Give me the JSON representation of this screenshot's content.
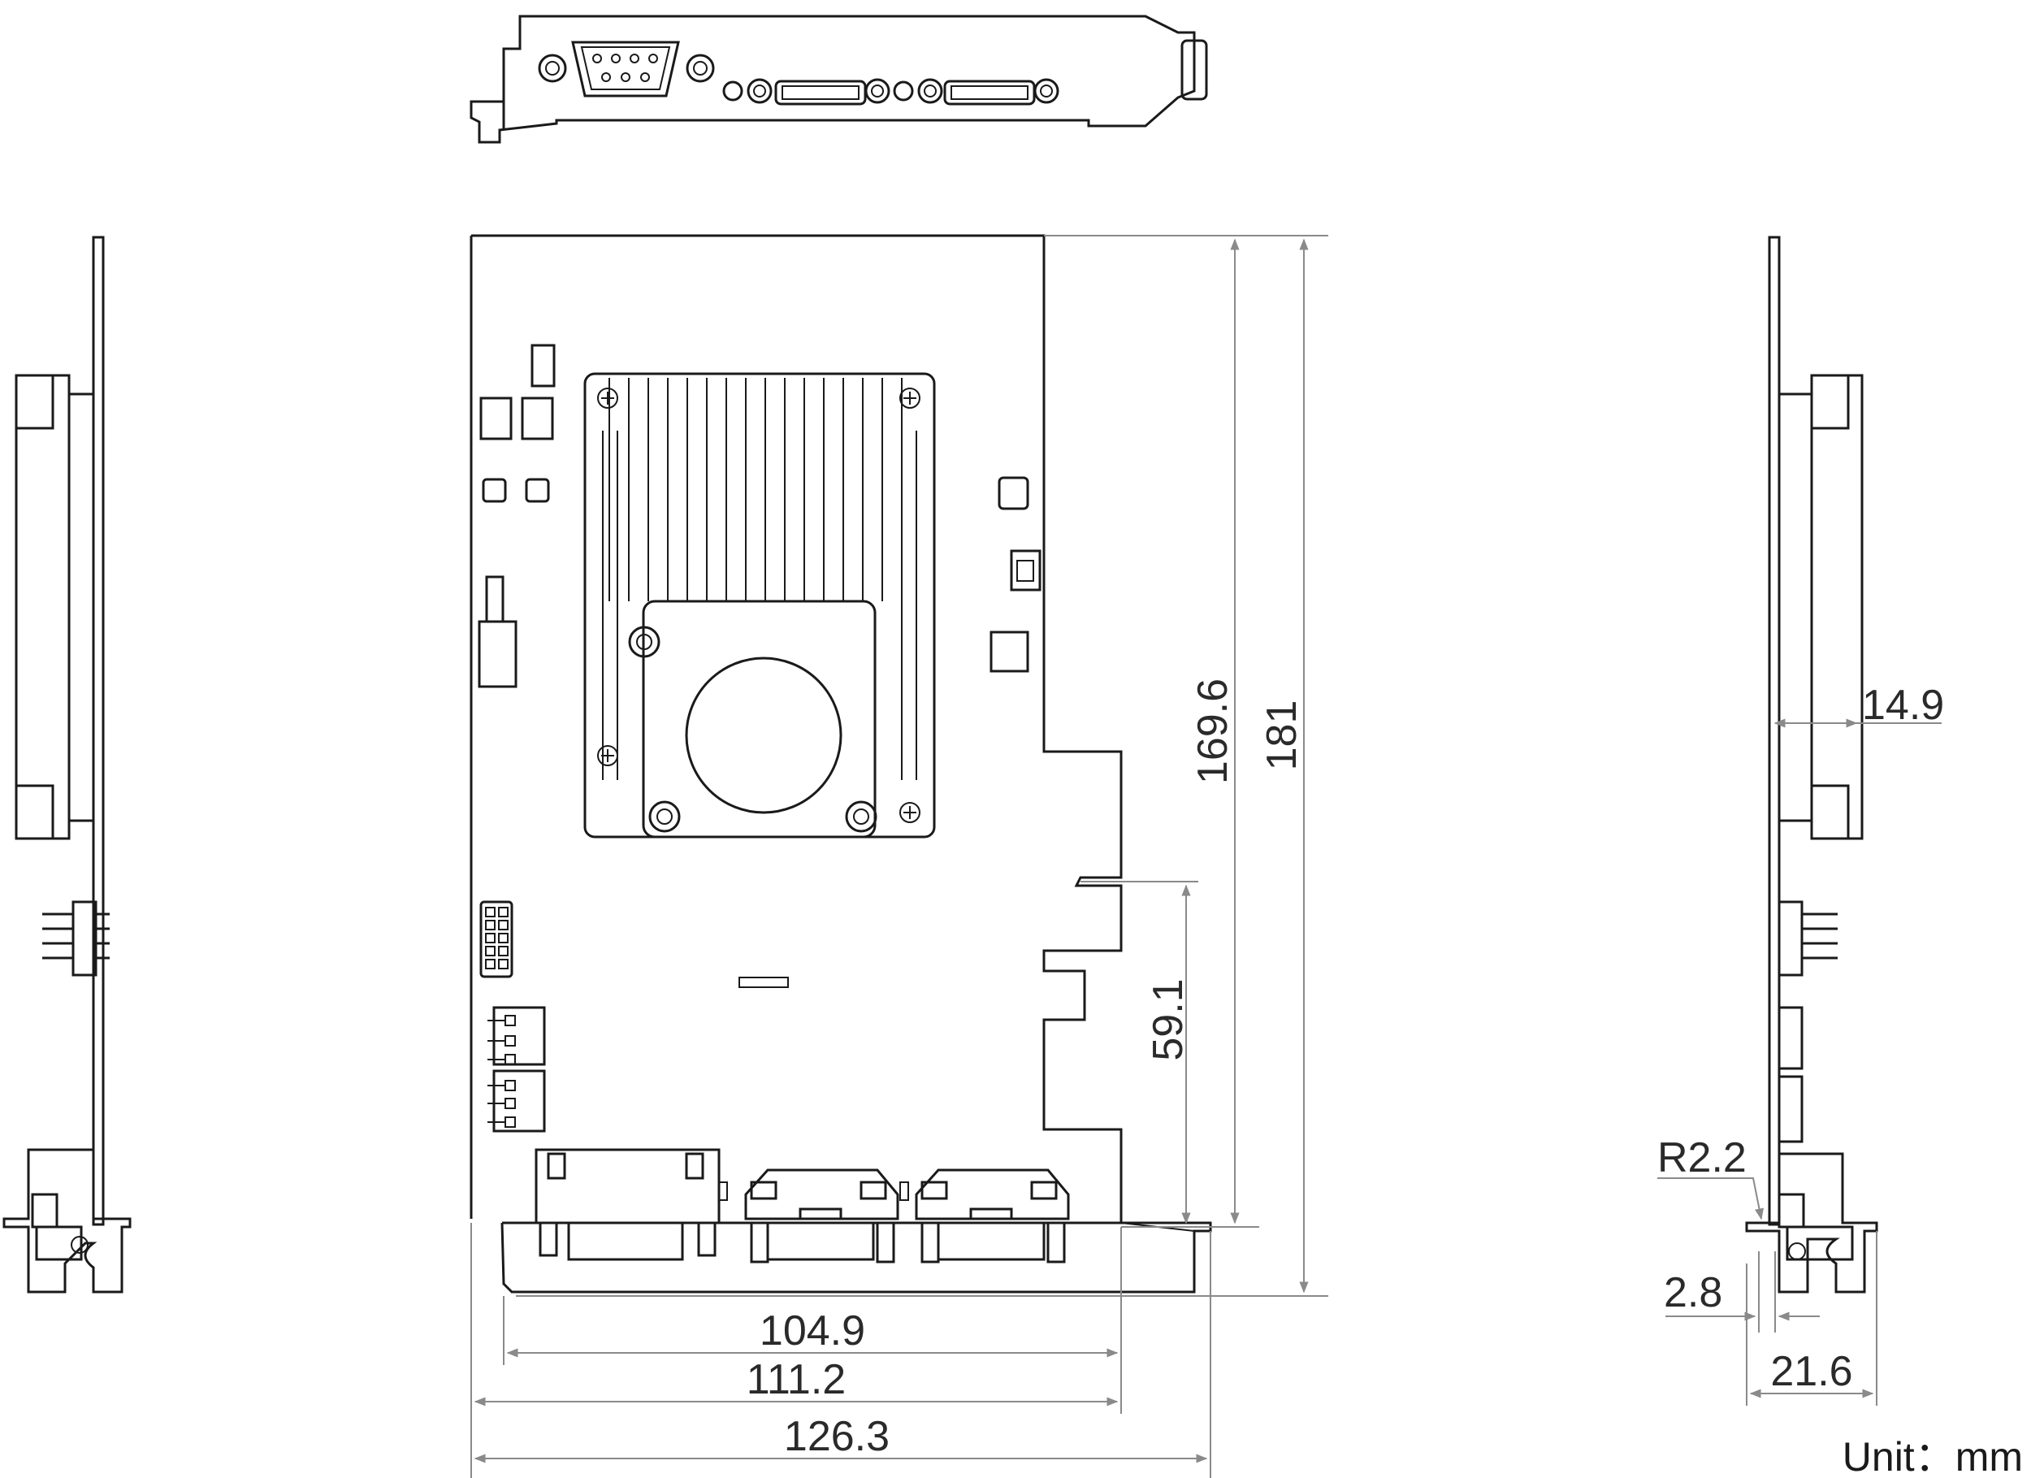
{
  "dimensions": {
    "height_pcb": "169.6",
    "height_total": "181",
    "height_slot": "59.1",
    "width_edge": "104.9",
    "width_card": "111.2",
    "width_bracket": "126.3",
    "depth_component": "14.9",
    "bracket_radius": "R2.2",
    "bracket_offset": "2.8",
    "bracket_depth": "21.6"
  },
  "unit_label": "Unit：mm",
  "colors": {
    "outline": "#1a1a1a",
    "dimension": "#8a8a8a",
    "background": "#ffffff"
  }
}
